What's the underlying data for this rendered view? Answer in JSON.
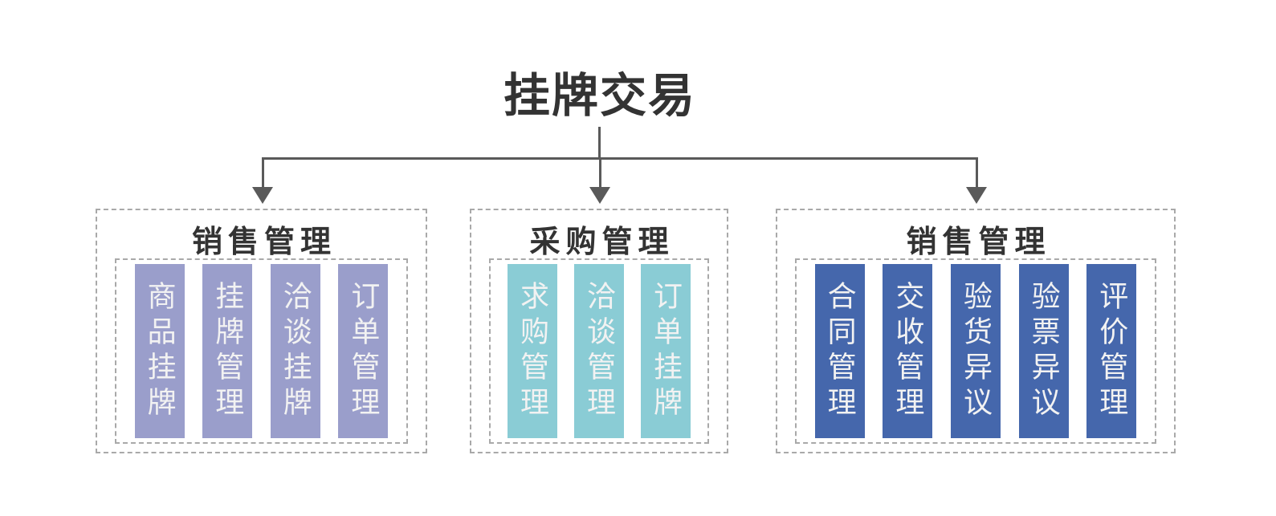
{
  "diagram": {
    "title": "挂牌交易",
    "groups": [
      {
        "title": "销售管理",
        "bar_color": "#9a9ecb",
        "items": [
          "商品挂牌",
          "挂牌管理",
          "洽谈挂牌",
          "订单管理"
        ]
      },
      {
        "title": "采购管理",
        "bar_color": "#8accd5",
        "items": [
          "求购管理",
          "洽谈管理",
          "订单挂牌"
        ]
      },
      {
        "title": "销售管理",
        "bar_color": "#4567ac",
        "items": [
          "合同管理",
          "交收管理",
          "验货异议",
          "验票异议",
          "评价管理"
        ]
      }
    ],
    "colors": {
      "connector": "#5a5a5a",
      "dashed_border": "#a9a9a9",
      "heading_text": "#333333",
      "bar_text": "#f2f2f2",
      "background": "#ffffff"
    }
  }
}
